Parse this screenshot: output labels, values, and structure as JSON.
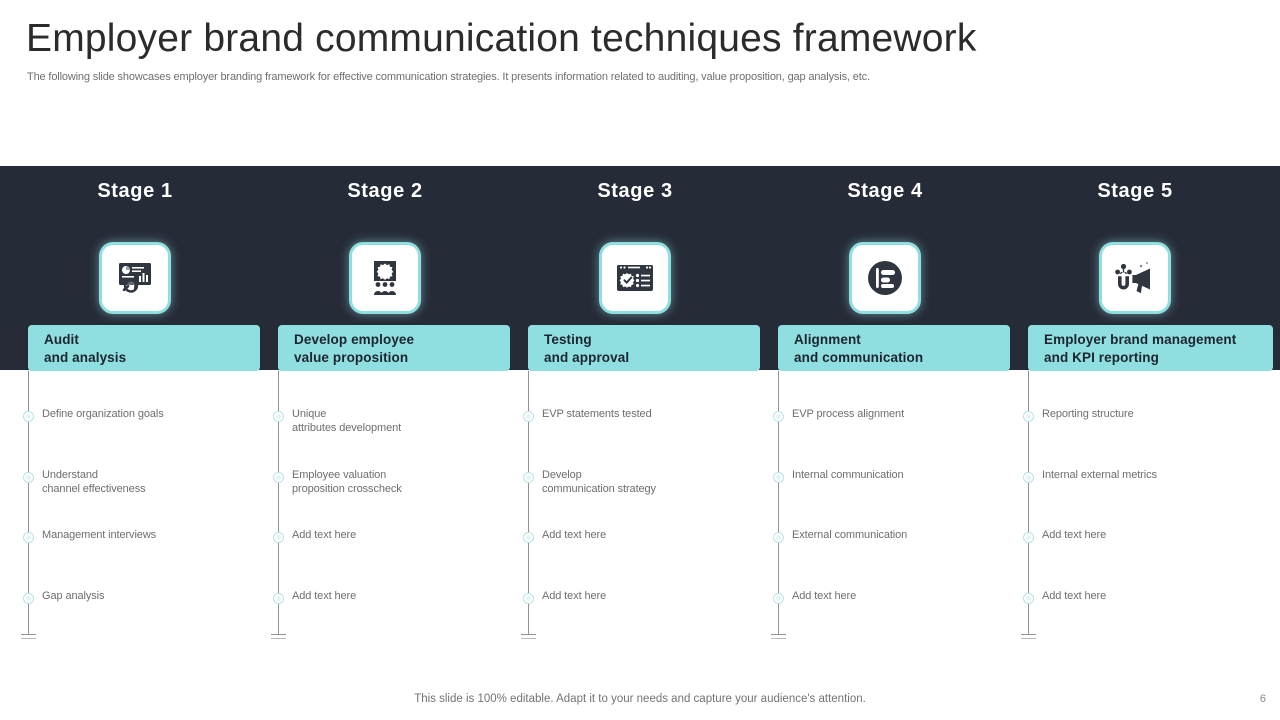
{
  "header": {
    "title": "Employer brand communication techniques framework",
    "subtitle": "The following slide showcases employer branding framework for effective  communication strategies. It presents information related to auditing, value proposition, gap analysis, etc."
  },
  "colors": {
    "band": "#262b38",
    "accent_teal": "#8fdfe0",
    "text_dark": "#1c2430",
    "body_text": "#6e6e6e",
    "spine": "#8e9396"
  },
  "columns": [
    {
      "stage": "Stage 1",
      "icon": "presentation-analytics-magnifier-icon",
      "bar_line1": "Audit",
      "bar_line2": "and analysis",
      "items": [
        {
          "line1": "Define organization goals",
          "line2": ""
        },
        {
          "line1": "Understand",
          "line2": "channel effectiveness"
        },
        {
          "line1": "Management interviews",
          "line2": ""
        },
        {
          "line1": "Gap analysis",
          "line2": ""
        }
      ]
    },
    {
      "stage": "Stage 2",
      "icon": "team-presentation-icon",
      "bar_line1": "Develop employee",
      "bar_line2": "value proposition",
      "items": [
        {
          "line1": "Unique",
          "line2": "attributes development"
        },
        {
          "line1": "Employee valuation",
          "line2": "proposition crosscheck"
        },
        {
          "line1": "Add text here",
          "line2": ""
        },
        {
          "line1": "Add text here",
          "line2": ""
        }
      ]
    },
    {
      "stage": "Stage 3",
      "icon": "browser-checklist-gear-icon",
      "bar_line1": "Testing",
      "bar_line2": "and approval",
      "items": [
        {
          "line1": "EVP statements tested",
          "line2": ""
        },
        {
          "line1": "Develop",
          "line2": "communication strategy"
        },
        {
          "line1": "Add text here",
          "line2": ""
        },
        {
          "line1": "Add text here",
          "line2": ""
        }
      ]
    },
    {
      "stage": "Stage 4",
      "icon": "align-left-circle-icon",
      "bar_line1": "Alignment",
      "bar_line2": "and communication",
      "items": [
        {
          "line1": "EVP process alignment",
          "line2": ""
        },
        {
          "line1": "Internal communication",
          "line2": ""
        },
        {
          "line1": "External communication",
          "line2": ""
        },
        {
          "line1": "Add text here",
          "line2": ""
        }
      ]
    },
    {
      "stage": "Stage 5",
      "icon": "magnet-megaphone-icon",
      "bar_line1": "Employer brand management",
      "bar_line2": "and KPI reporting",
      "items": [
        {
          "line1": "Reporting structure",
          "line2": ""
        },
        {
          "line1": "Internal external metrics",
          "line2": ""
        },
        {
          "line1": "Add text here",
          "line2": ""
        },
        {
          "line1": "Add text here",
          "line2": ""
        }
      ]
    }
  ],
  "footer": {
    "note": "This slide is 100% editable. Adapt it to your needs and capture your audience's attention.",
    "page_number": "6"
  }
}
